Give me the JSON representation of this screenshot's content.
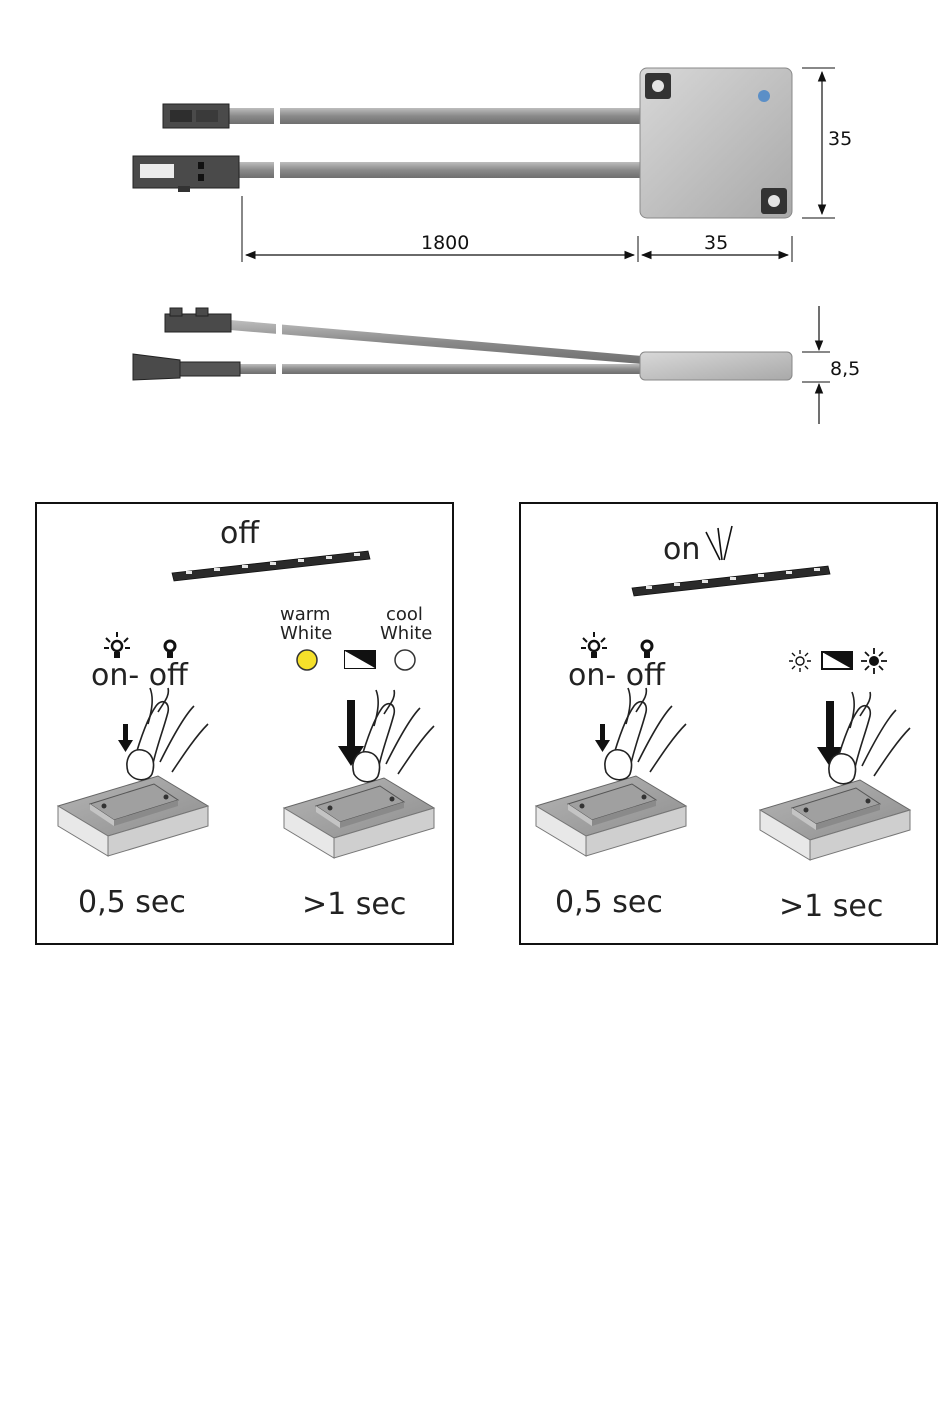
{
  "dimensions": {
    "cable_length": "1800",
    "box_width": "35",
    "box_height": "35",
    "box_thickness": "8,5"
  },
  "panel_off": {
    "status": "off",
    "left": {
      "label": "on- off",
      "time": "0,5 sec"
    },
    "right": {
      "warm_label_1": "warm",
      "warm_label_2": "White",
      "cool_label_1": "cool",
      "cool_label_2": "White",
      "time": ">1 sec"
    }
  },
  "panel_on": {
    "status": "on",
    "left": {
      "label": "on- off",
      "time": "0,5 sec"
    },
    "right": {
      "time": ">1 sec"
    }
  },
  "colors": {
    "warm_white": "#f5e02a",
    "cool_white": "#ffffff",
    "indicator_led": "#5b8fc7",
    "cable": "#8e8e8e",
    "housing": "#c9c9c9",
    "connector": "#4a4a4a"
  }
}
